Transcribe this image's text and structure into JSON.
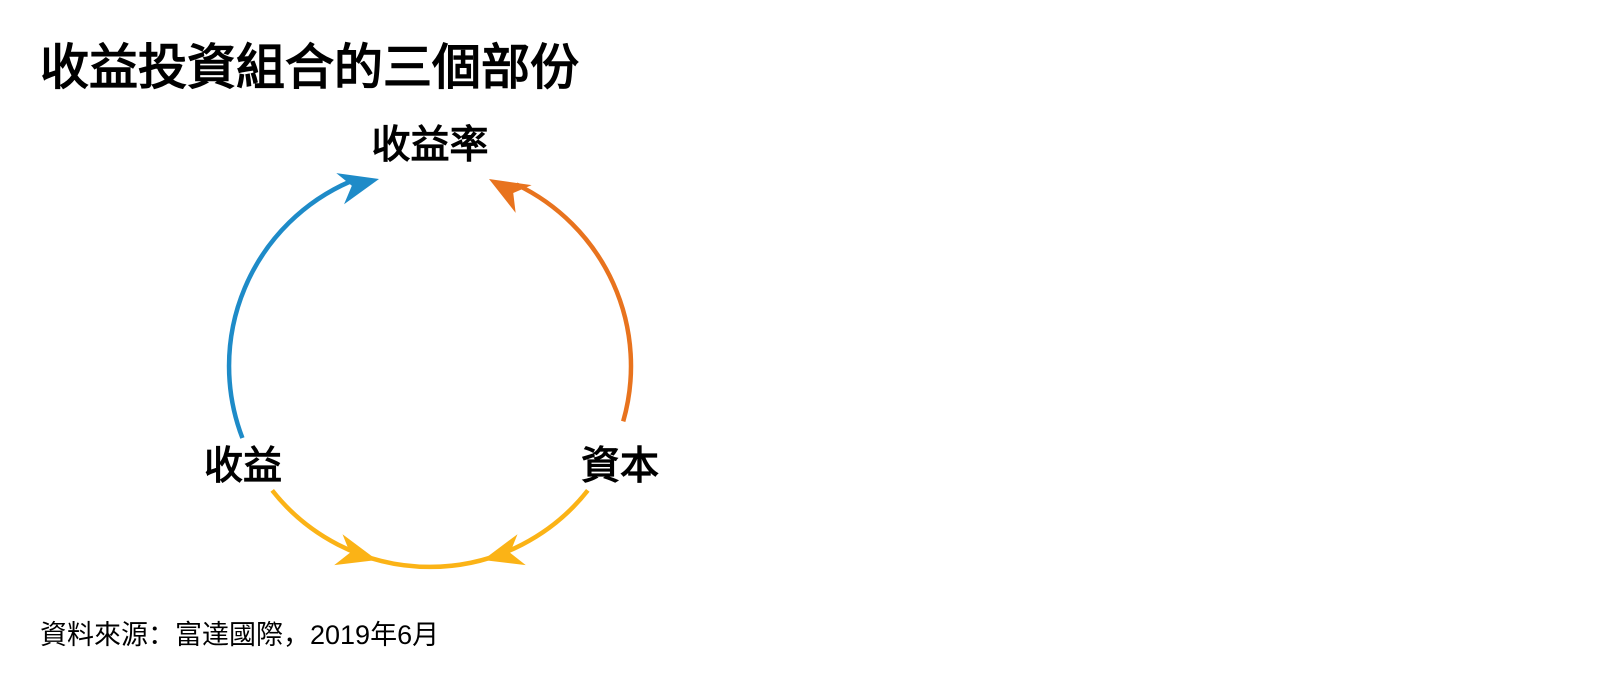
{
  "title": "收益投資組合的三個部份",
  "source_note": "資料來源：富達國際，2019年6月",
  "colors": {
    "blue": "#1E8BC8",
    "orange": "#E8731E",
    "yellow": "#FBB316",
    "text": "#000000",
    "background": "#FFFFFF"
  },
  "diagram": {
    "type": "cycle",
    "nodes": {
      "top": {
        "label": "收益率"
      },
      "bottom_left": {
        "label": "收益"
      },
      "bottom_right": {
        "label": "資本"
      }
    },
    "arrows": [
      {
        "name": "income-to-yield",
        "from": "收益",
        "to": "收益率",
        "color": "#1E8BC8",
        "side": "left, pointing up to top label"
      },
      {
        "name": "capital-to-yield",
        "from": "資本",
        "to": "收益率",
        "color": "#E8731E",
        "side": "right, pointing up to top label"
      },
      {
        "name": "income-capital-exchange",
        "from": "收益",
        "to": "資本",
        "color": "#FBB316",
        "side": "bottom, two arrowheads converging at bottom center"
      }
    ]
  }
}
